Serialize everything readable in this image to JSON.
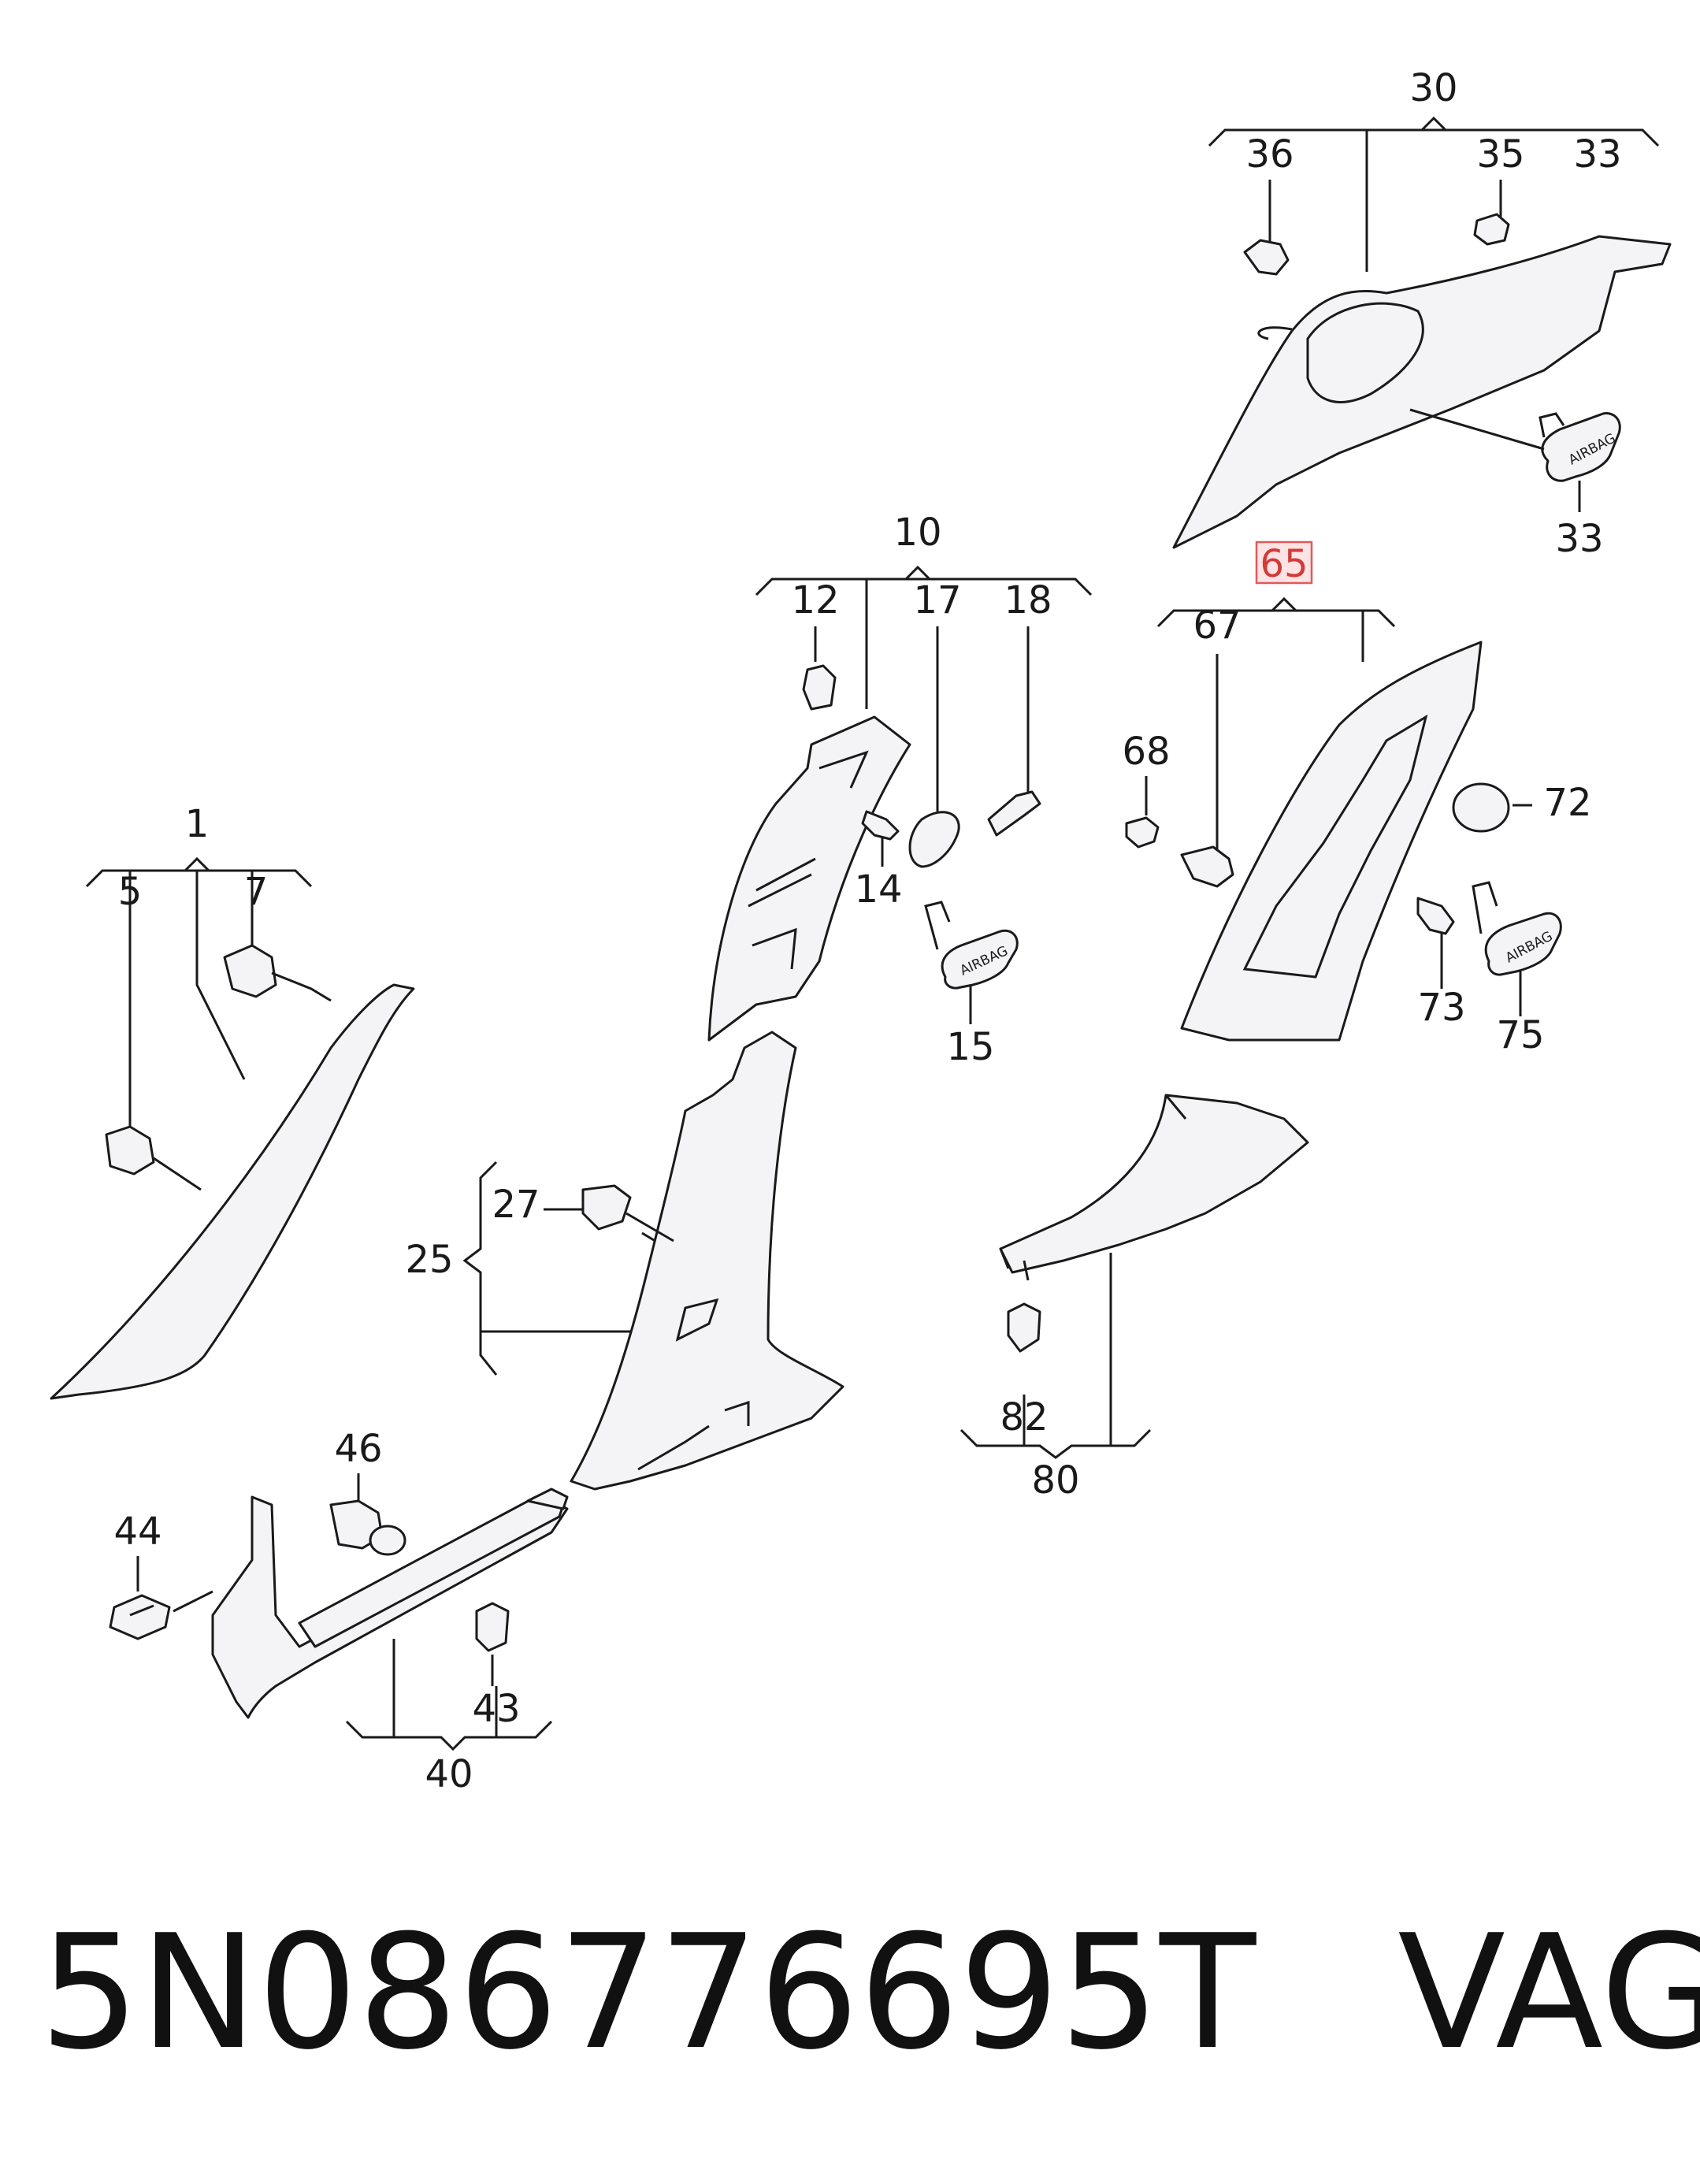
{
  "footer": {
    "part_number": "5N086776695T",
    "brand": "VAG"
  },
  "airbag_text": "AIRBAG",
  "highlight_color": "#e05a5a",
  "callouts": {
    "c1": "1",
    "c5": "5",
    "c7": "7",
    "c10": "10",
    "c12": "12",
    "c14": "14",
    "c15": "15",
    "c17": "17",
    "c18": "18",
    "c25": "25",
    "c27": "27",
    "c30": "30",
    "c33a": "33",
    "c33b": "33",
    "c35": "35",
    "c36": "36",
    "c40": "40",
    "c43": "43",
    "c44": "44",
    "c46": "46",
    "c65": "65",
    "c67": "67",
    "c68": "68",
    "c72": "72",
    "c73": "73",
    "c75": "75",
    "c80": "80",
    "c82": "82"
  }
}
